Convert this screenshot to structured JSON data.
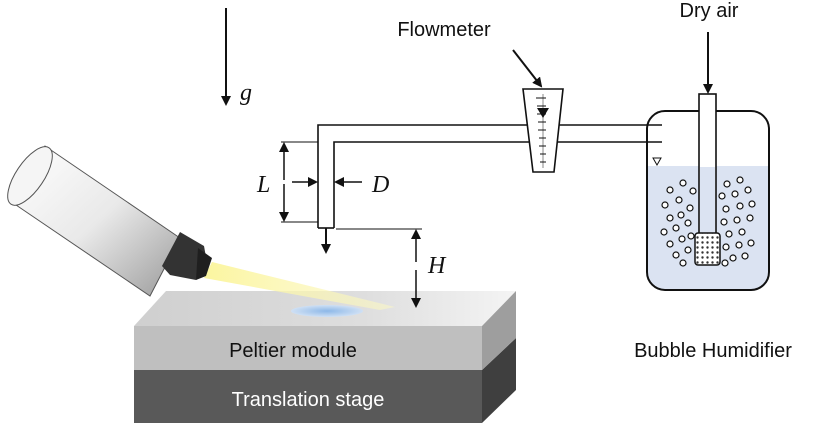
{
  "labels": {
    "gravity": "g",
    "flowmeter": "Flowmeter",
    "dry_air": "Dry air",
    "length": "L",
    "diameter": "D",
    "height": "H",
    "peltier": "Peltier module",
    "stage": "Translation stage",
    "humidifier": "Bubble Humidifier"
  },
  "colors": {
    "line": "#111111",
    "water": "#dbe3f2",
    "stage_dark": "#595959",
    "peltier_top": "#d9d9d9",
    "peltier_front": "#bfbfbf",
    "light_beam": "#f3f2a8",
    "droplet": "#9cc3e6"
  }
}
